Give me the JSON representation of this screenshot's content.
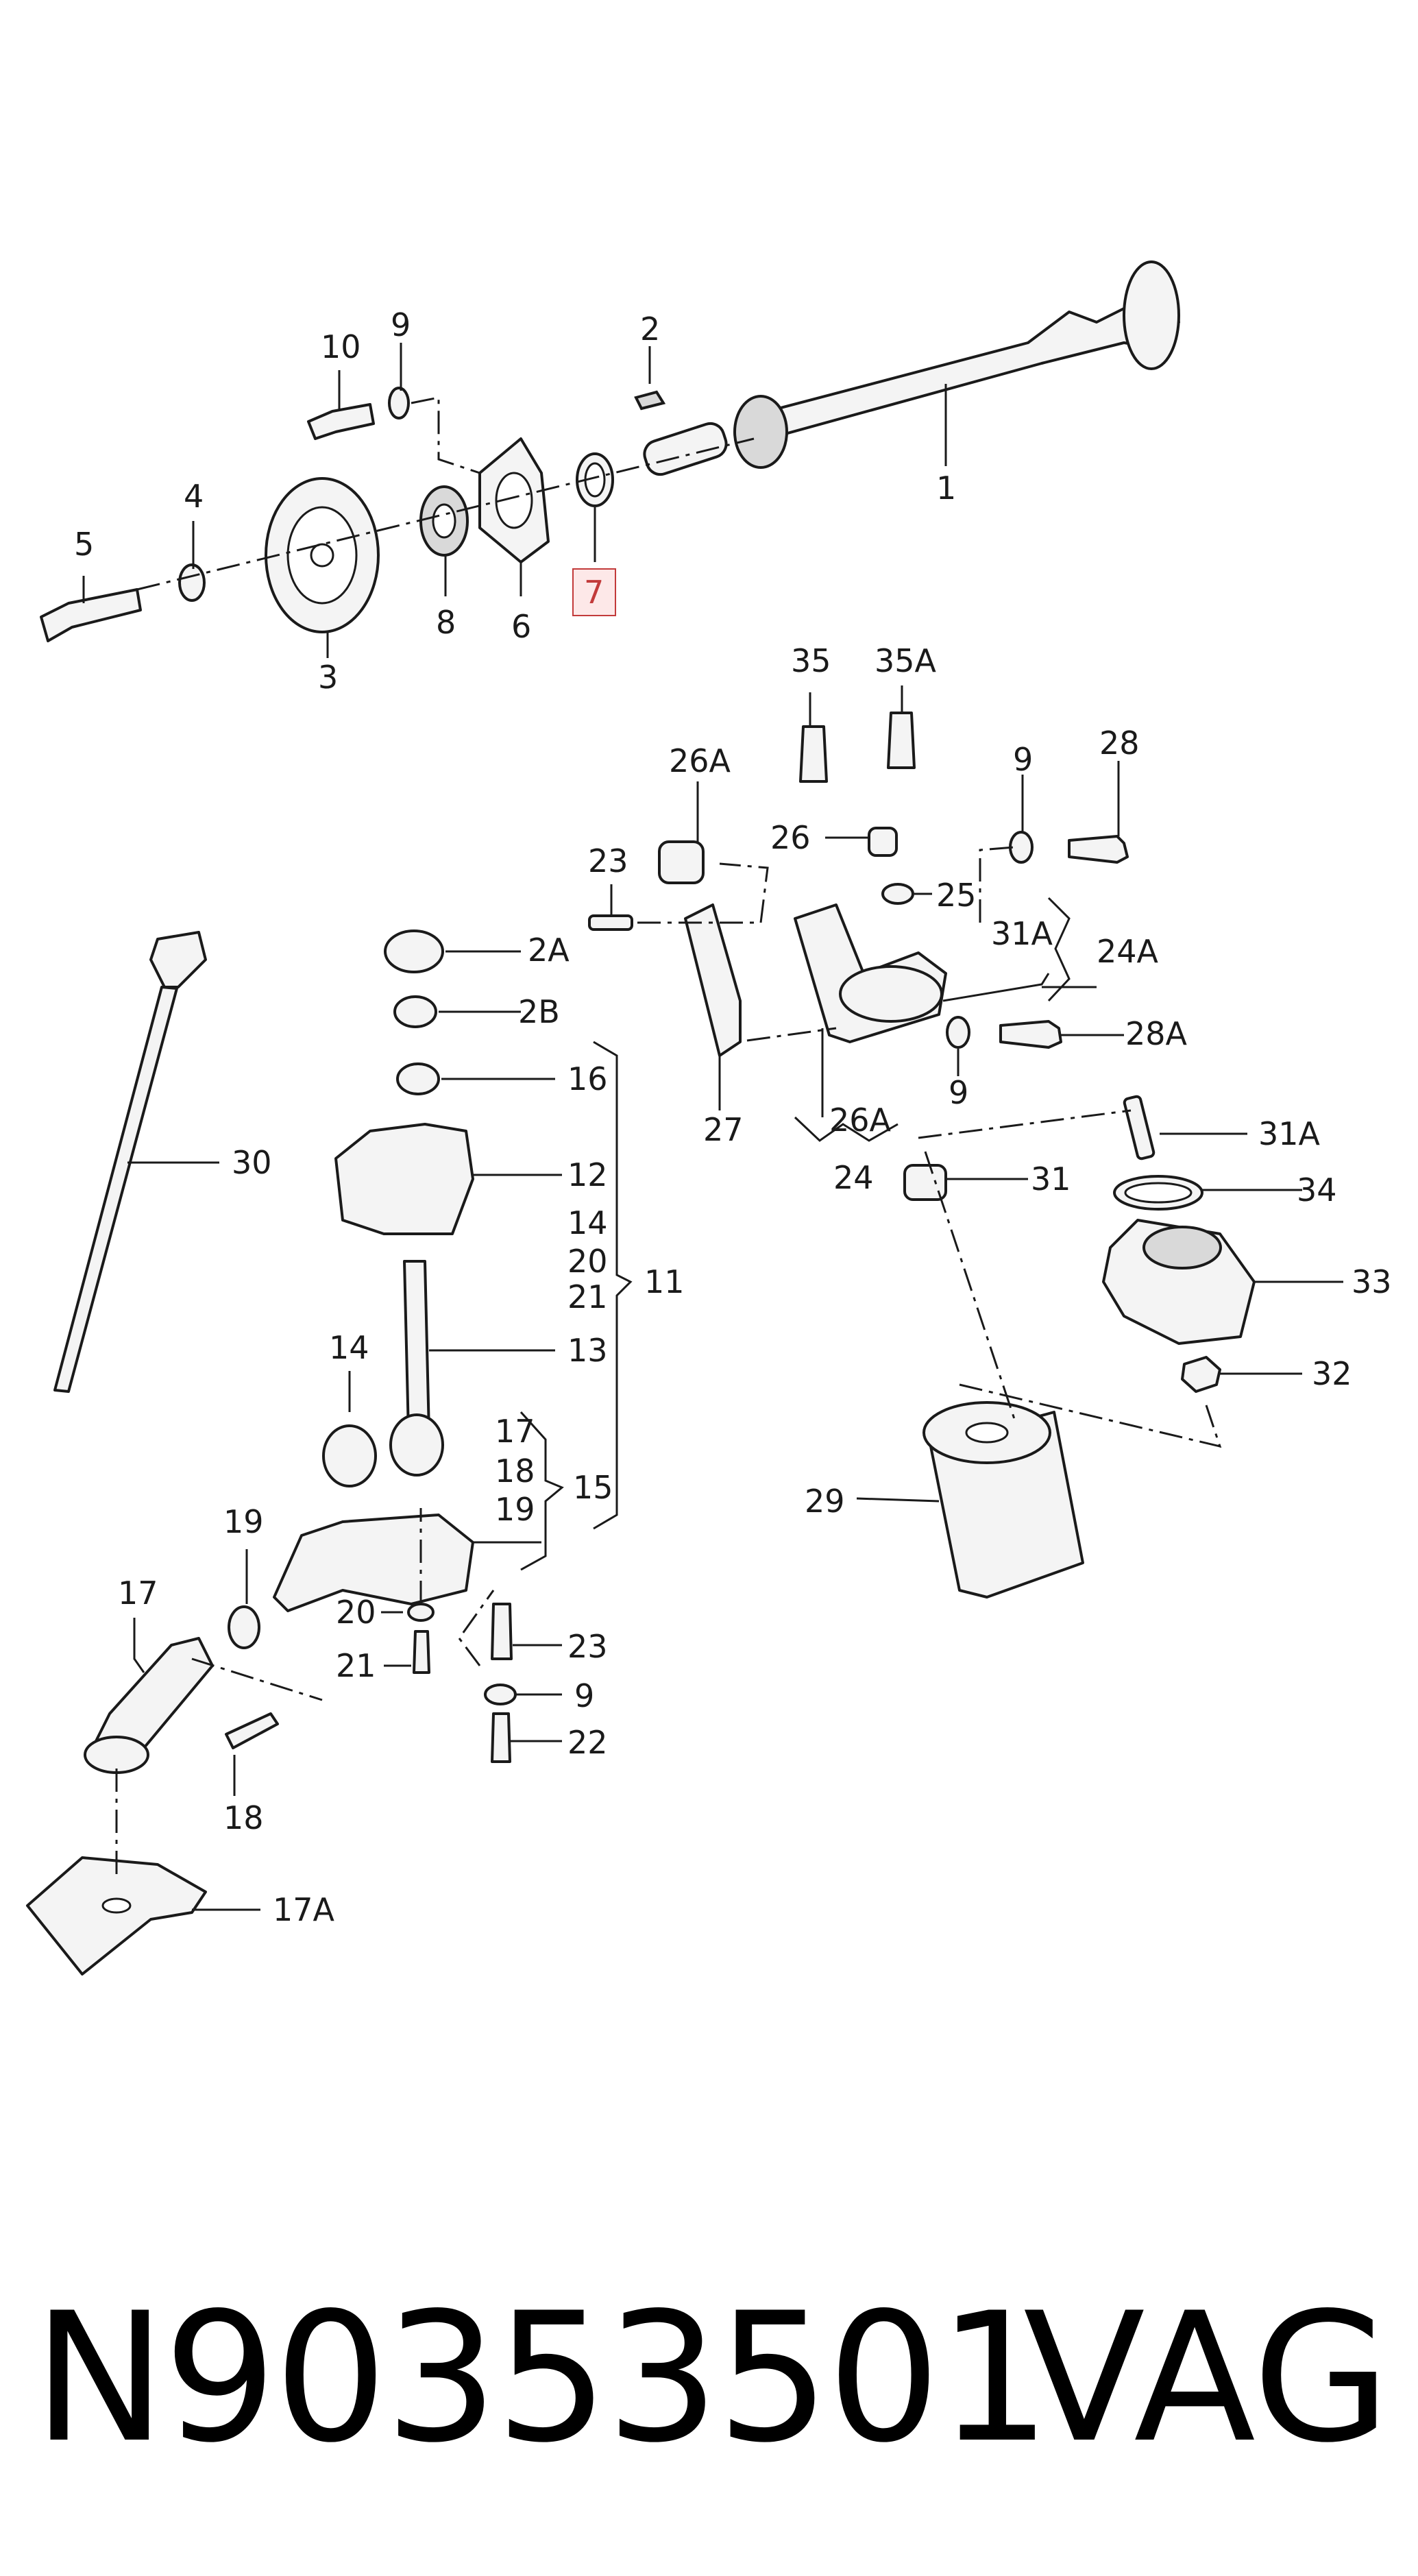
{
  "diagram": {
    "labels": {
      "l1": "1",
      "l2": "2",
      "l3": "3",
      "l4": "4",
      "l5": "5",
      "l6": "6",
      "l7": "7",
      "l8": "8",
      "l9a": "9",
      "l10": "10",
      "l35": "35",
      "l35A": "35A",
      "l26A": "26A",
      "l9b": "9",
      "l28": "28",
      "l23a": "23",
      "l26": "26",
      "l25": "25",
      "l31A": "31A",
      "l24A": "24A",
      "l2A": "2A",
      "l2B": "2B",
      "l28A": "28A",
      "l9c": "9",
      "l27": "27",
      "l26Ab": "26A",
      "l24": "24",
      "l16": "16",
      "l31Ab": "31A",
      "l31": "31",
      "l30": "30",
      "l12": "12",
      "l34": "34",
      "l14a": "14",
      "l20a": "20",
      "l11": "11",
      "l21a": "21",
      "l33": "33",
      "l13": "13",
      "l14b": "14",
      "l32": "32",
      "l17a": "17",
      "l18a": "18",
      "l15": "15",
      "l19a": "19",
      "l29": "29",
      "l19b": "19",
      "l17b": "17",
      "l20b": "20",
      "l23b": "23",
      "l21b": "21",
      "l9d": "9",
      "l22": "22",
      "l18b": "18",
      "l17A": "17A"
    },
    "highlighted_label": "7",
    "highlight_color": "#c23a3a"
  },
  "footer": {
    "part_number": "N90353501",
    "brand": "VAG"
  }
}
